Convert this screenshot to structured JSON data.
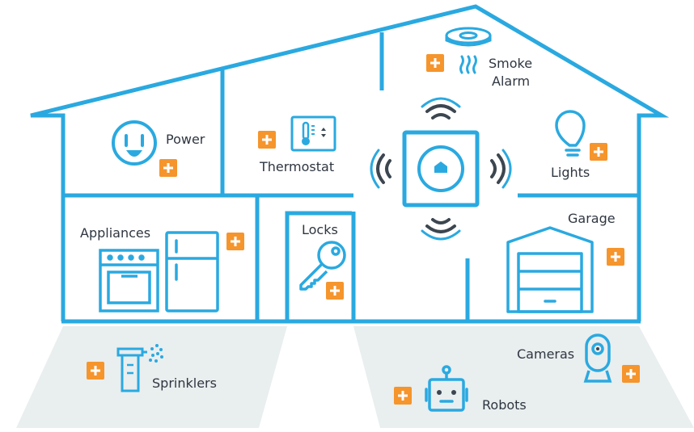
{
  "colors": {
    "outline": "#2aa9e0",
    "accent": "#f5952c",
    "ground": "#e9eeef",
    "wave": "#3c4650",
    "text": "#2f3640"
  },
  "labels": {
    "smoke_alarm_line1": "Smoke",
    "smoke_alarm_line2": "Alarm",
    "power": "Power",
    "thermostat": "Thermostat",
    "lights": "Lights",
    "appliances": "Appliances",
    "locks": "Locks",
    "garage": "Garage",
    "cameras": "Cameras",
    "sprinklers": "Sprinklers",
    "robots": "Robots"
  },
  "icons": {
    "hub": "home-hub-icon",
    "add": "plus-icon"
  }
}
